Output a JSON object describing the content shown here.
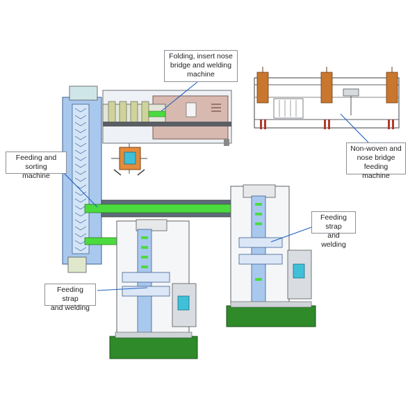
{
  "labels": {
    "folding_machine": [
      "Folding, insert nose",
      "bridge and welding",
      "machine"
    ],
    "nonwoven_feeding": [
      "Non-woven and",
      "nose bridge",
      "feeding machine"
    ],
    "feeding_sorting": [
      "Feeding and sorting",
      "machine"
    ],
    "strap_welding_right": [
      "Feeding strap",
      "and welding"
    ],
    "strap_welding_left": [
      "Feeding strap",
      "and welding"
    ]
  },
  "colors": {
    "conveyor_green": "#4cdb3f",
    "frame_blue": "#a9c8ee",
    "base_green": "#2f8a2a",
    "copper": "#c9772e",
    "panel_teal": "#3fc0d8",
    "line_blue": "#1f5fbf",
    "outline_gray": "#6b6f75"
  }
}
